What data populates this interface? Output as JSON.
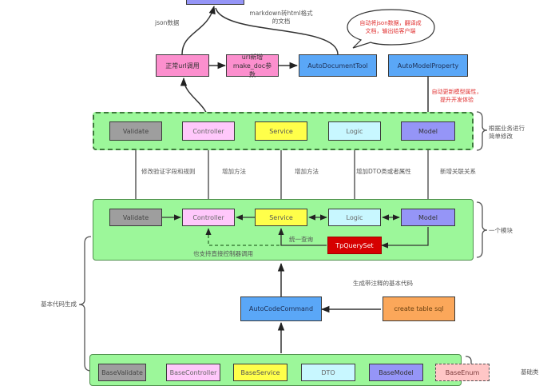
{
  "colors": {
    "group_fill": "#9cf79a",
    "validate": "#9e9e9e",
    "controller": "#ffc8fb",
    "service": "#ffff4a",
    "logic": "#c8f7ff",
    "model": "#9595f7",
    "tool": "#5aa7f7",
    "url_call": "#fc8fce",
    "sql": "#fba75a",
    "queryset": "#d60000",
    "enum": "#ffc6c6",
    "annotation_red": "#e03030"
  },
  "top": {
    "json_label": "json数据",
    "markdown_label": "markdown转html格式的文档",
    "normal_url_call": "正常url调用",
    "url_make_doc": "url新增make_doc参数",
    "auto_document_tool": "AutoDocumentTool",
    "auto_model_property": "AutoModelProperty",
    "speech_bubble": "自动将json数据，翻译成文档，输出给客户端",
    "model_property_note": "自动更新模型属性，提升开发体验"
  },
  "business_group": {
    "boxes": [
      "Validate",
      "Controller",
      "Service",
      "Logic",
      "Model"
    ],
    "brace_label": "根据业务进行简单修改"
  },
  "edit_labels": {
    "validate": "修改验证字段和规则",
    "controller": "增加方法",
    "service": "增加方法",
    "logic": "增加DTO类或者属性",
    "model": "新增关联关系"
  },
  "module_group": {
    "boxes": [
      "Validate",
      "Controller",
      "Service",
      "Logic",
      "Model"
    ],
    "queryset": "TpQuerySet",
    "unified_query": "统一查询",
    "direct_controller": "也支持直接控制器调用",
    "brace_label": "一个模块"
  },
  "generation": {
    "auto_code_command": "AutoCodeCommand",
    "create_table_sql": "create table sql",
    "gen_label": "生成带注释的基本代码",
    "left_brace_label": "基本代码生成"
  },
  "base_group": {
    "boxes": [
      "BaseValidate",
      "BaseController",
      "BaseService",
      "DTO",
      "BaseModel",
      "BaseEnum"
    ],
    "brace_label": "基础类"
  }
}
